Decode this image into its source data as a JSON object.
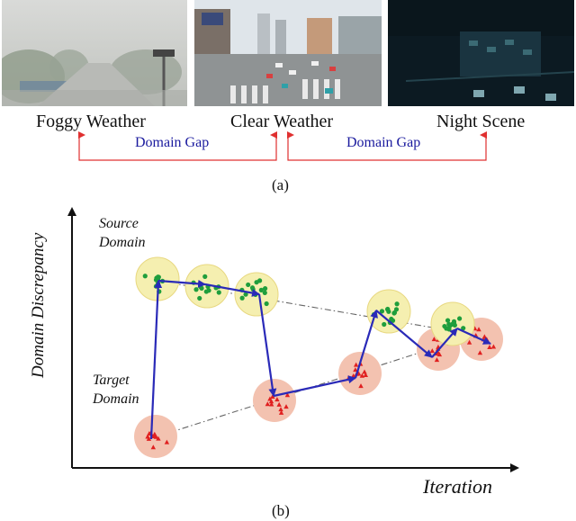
{
  "panel_a": {
    "conditions": [
      "Foggy Weather",
      "Clear Weather",
      "Night Scene"
    ],
    "gap_labels": [
      "Domain Gap",
      "Domain Gap"
    ],
    "caption": "(a)",
    "photos": [
      "foggy-street-photo",
      "clear-intersection-photo",
      "night-parking-photo"
    ]
  },
  "panel_b": {
    "y_axis_label": "Domain Discrepancy",
    "x_axis_label": "Iteration",
    "source_label": "Source Domain",
    "target_label": "Target Domain",
    "caption": "(b)",
    "colors": {
      "source_fill": "#f5efb0",
      "source_dot": "#1f9e3c",
      "target_fill": "#f3c2b0",
      "target_mark": "#e02020",
      "arrow": "#2a2ab8",
      "gap_arrow": "#e03030"
    }
  }
}
